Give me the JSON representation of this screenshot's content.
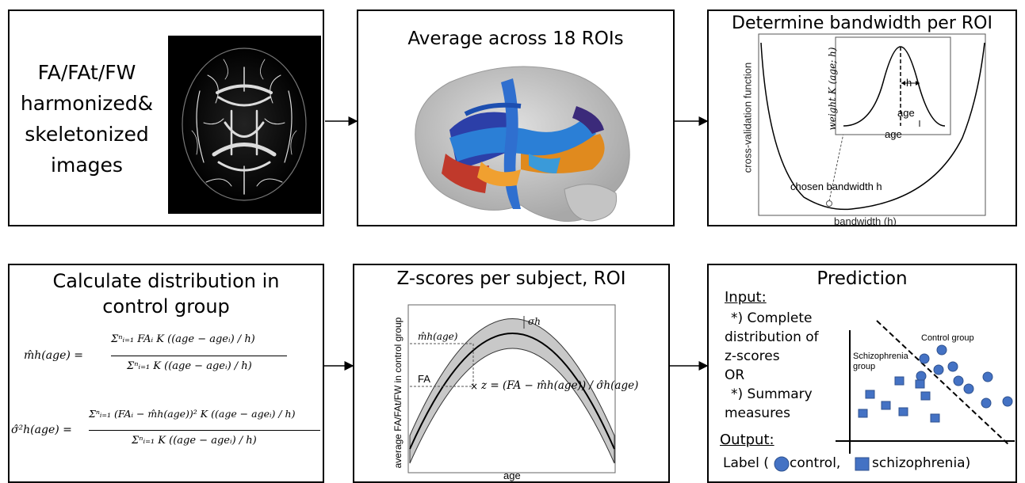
{
  "panel1": {
    "text_lines": [
      "FA/FAt/FW",
      "harmonized&",
      "skeletonized",
      "images"
    ]
  },
  "panel2": {
    "title": "Average across 18 ROIs"
  },
  "panel3": {
    "title": "Determine bandwidth per ROI",
    "ylabel": "cross-validation function",
    "xlabel": "bandwidth (h)",
    "annotation": "chosen bandwidth h",
    "inset_ylabel": "weight K (age; h)",
    "inset_xlabel": "age",
    "inset_h_label": "h",
    "inset_age_label": "age"
  },
  "panel4": {
    "title_line1": "Calculate distribution in",
    "title_line2": "control group",
    "formula1_lhs": "m̂h(age) =",
    "formula1_num": "Σⁿᵢ₌₁ FAᵢ K ((age − ageᵢ) / h)",
    "formula1_den": "Σⁿᵢ₌₁ K ((age − ageᵢ) / h)",
    "formula2_lhs": "σ̂²h(age) =",
    "formula2_num": "Σⁿᵢ₌₁ (FAᵢ − m̂h(age))² K ((age − ageᵢ) / h)",
    "formula2_den": "Σⁿᵢ₌₁ K ((age − ageᵢ) / h)"
  },
  "panel5": {
    "title": "Z-scores per subject, ROI",
    "ylabel": "average FA/FAt/FW in control group",
    "xlabel": "age",
    "mh_label": "m̂h(age)",
    "sigma_label": "σh",
    "fa_label": "FA",
    "z_formula": "z = (FA − m̂h(age)) / σ̂h(age)"
  },
  "panel6": {
    "title": "Prediction",
    "input_label": "Input:",
    "input_lines": [
      "*) Complete",
      "distribution of",
      "z-scores",
      "OR",
      "*) Summary",
      "measures"
    ],
    "output_label": "Output:",
    "output_prefix": "Label (",
    "output_control": "control,",
    "output_schizo": "schizophrenia)",
    "control_group_label": "Control group",
    "schizo_group_label_1": "Schizophrenia",
    "schizo_group_label_2": "group",
    "marker_color": "#4472c4"
  }
}
